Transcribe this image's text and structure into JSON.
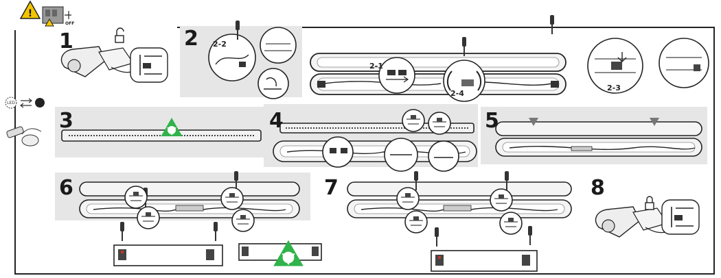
{
  "header": {
    "warning_icons": [
      "warning-triangle-icon",
      "warning-triangle-icon"
    ],
    "power_off_label": "OFF"
  },
  "side_legend": {
    "led_label": "LED",
    "swap_icon": "swap-arrows-icon"
  },
  "steps": [
    {
      "id": "1",
      "label": "1"
    },
    {
      "id": "2",
      "label": "2"
    },
    {
      "id": "3",
      "label": "3"
    },
    {
      "id": "4",
      "label": "4"
    },
    {
      "id": "5",
      "label": "5"
    },
    {
      "id": "6",
      "label": "6"
    },
    {
      "id": "7",
      "label": "7"
    },
    {
      "id": "8",
      "label": "8"
    }
  ],
  "substeps": {
    "s2_1": "2-1",
    "s2_2": "2-2",
    "s2_3": "2-3",
    "s2_4": "2-4"
  },
  "icons": {
    "unlock": "unlock-icon",
    "lock": "lock-icon",
    "recycle": "recycle-icon",
    "screwdriver": "screwdriver-icon"
  },
  "colors": {
    "warning_yellow": "#f2c500",
    "recycle_green": "#2fb34a",
    "line": "#222222",
    "panel_gray": "#e6e6e6",
    "fixture_gray": "#bdbdbd"
  }
}
